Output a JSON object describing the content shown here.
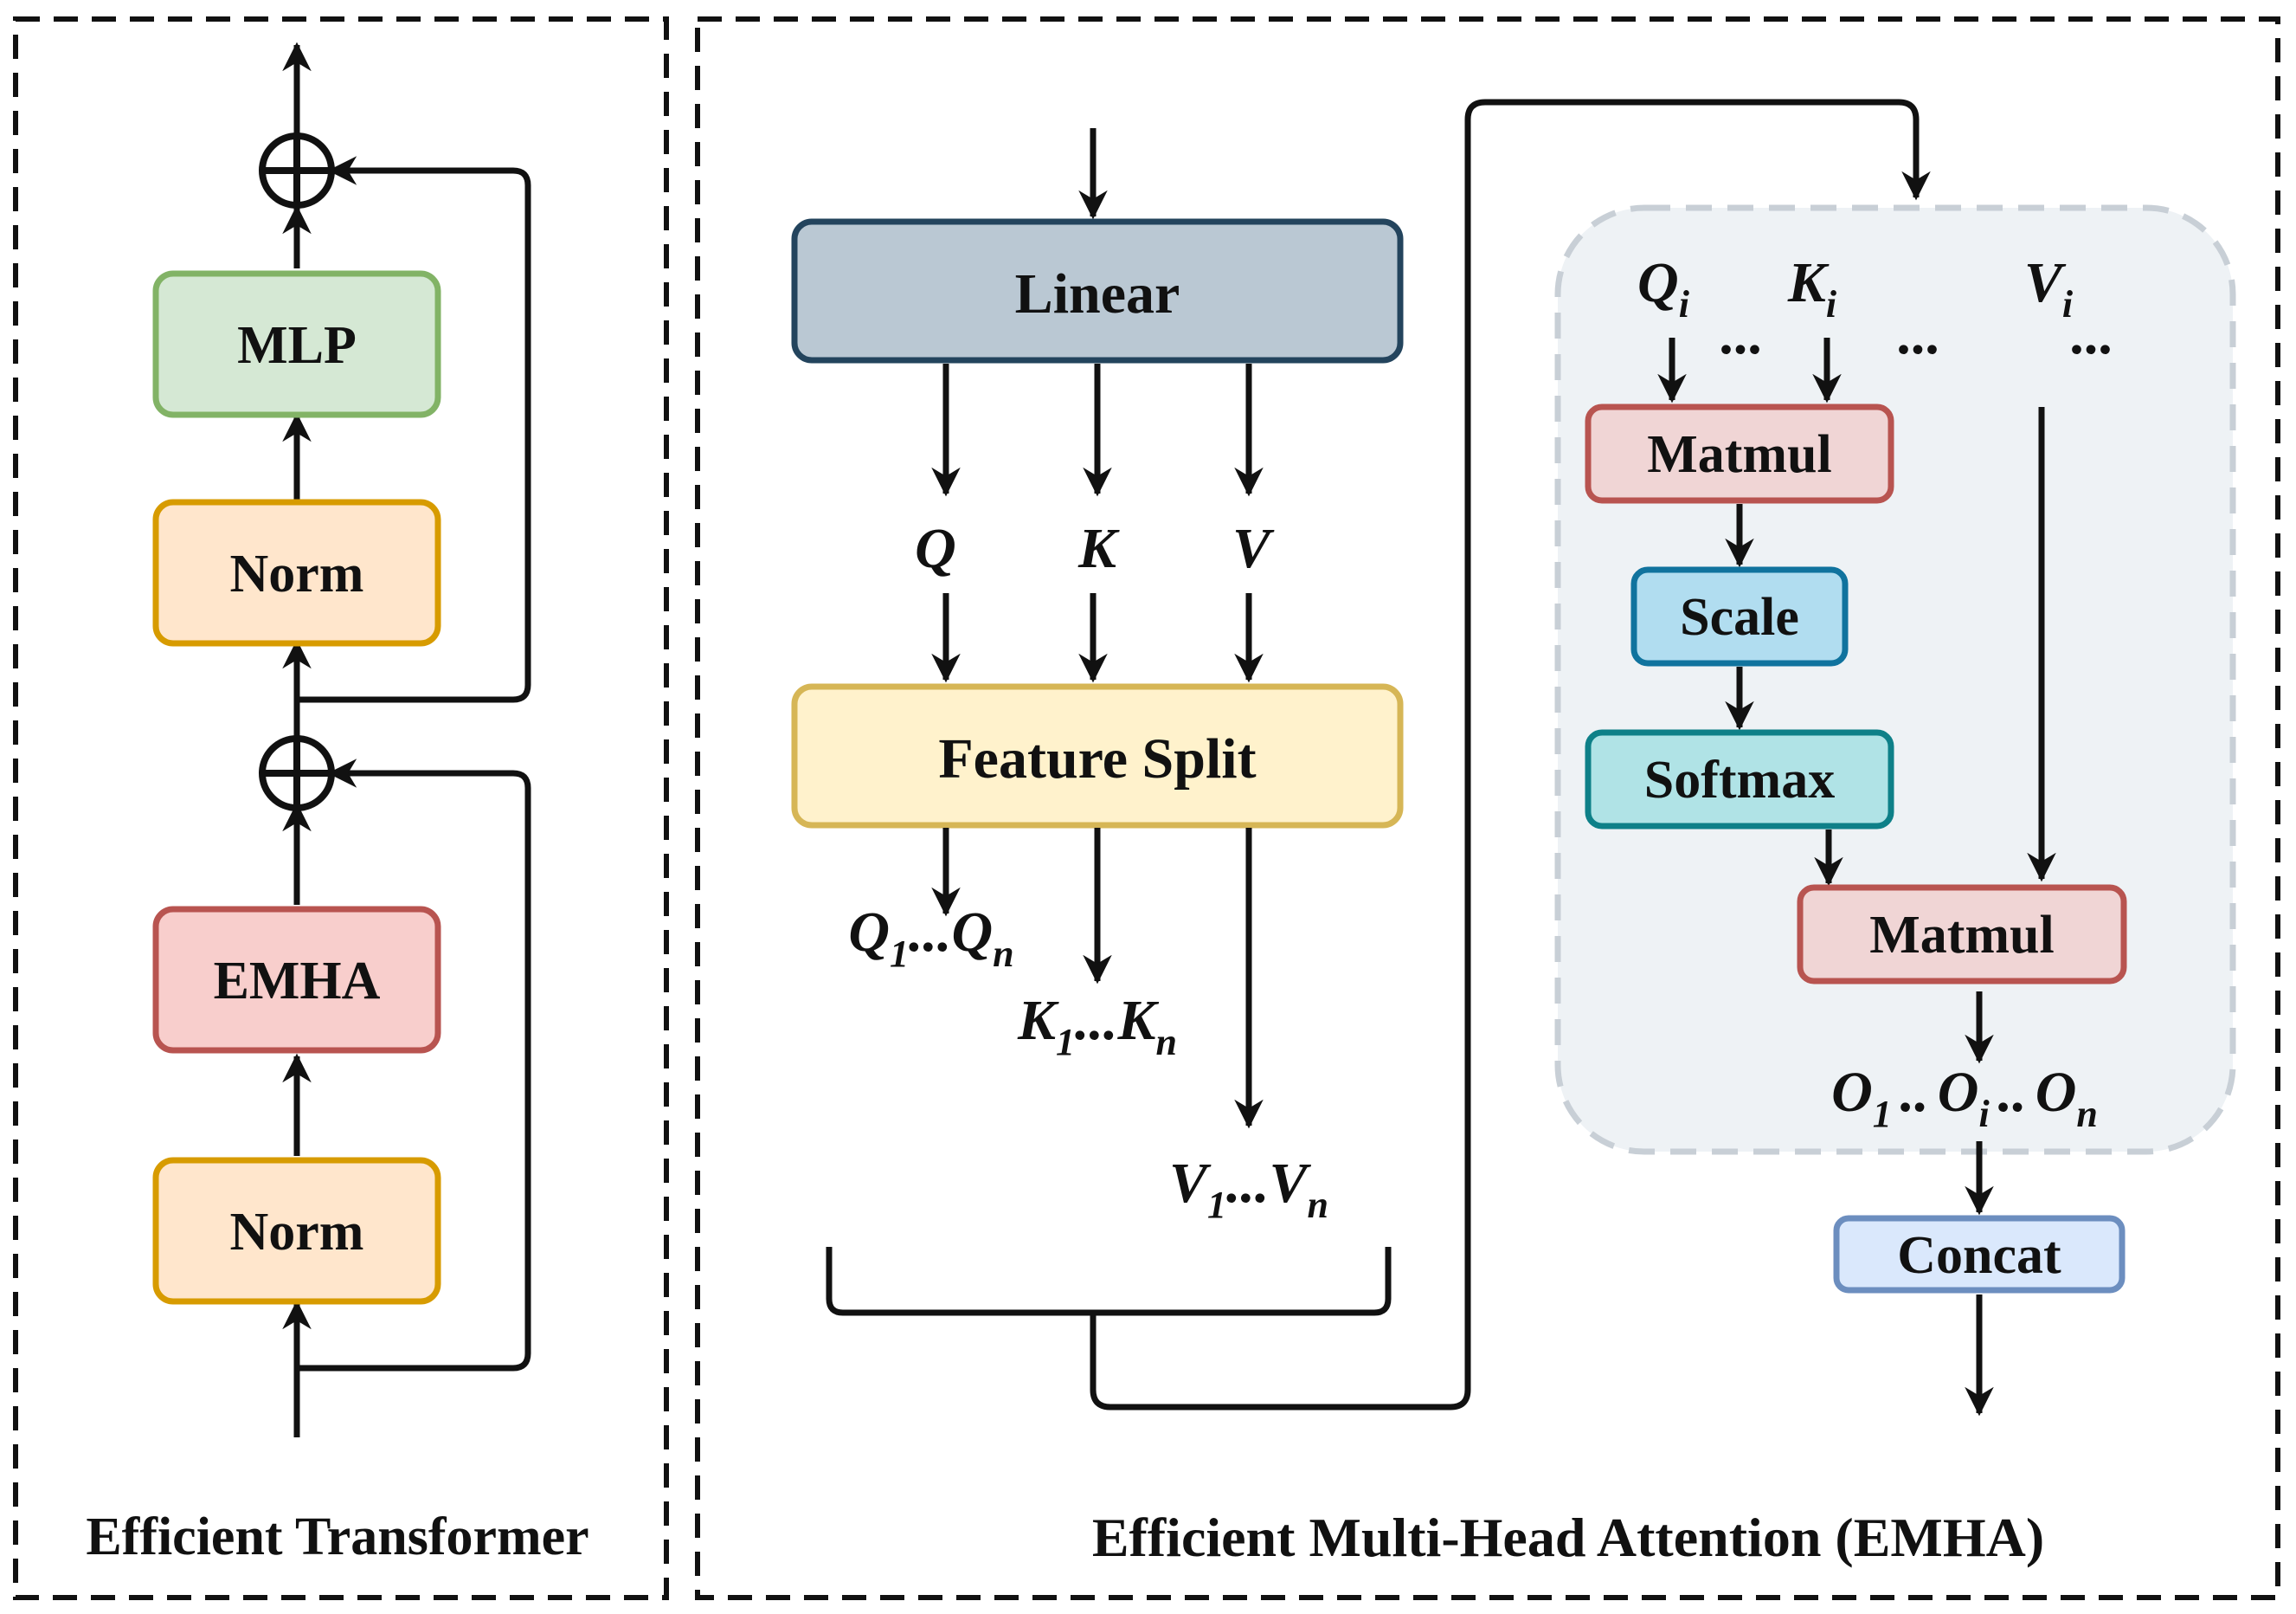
{
  "left_panel": {
    "caption": "Efficient Transformer",
    "blocks": {
      "mlp": "MLP",
      "norm_top": "Norm",
      "emha": "EMHA",
      "norm_bottom": "Norm"
    }
  },
  "right_panel": {
    "caption": "Efficient Multi-Head Attention (EMHA)",
    "linear": "Linear",
    "feature_split": "Feature Split",
    "qkv": {
      "q": "Q",
      "k": "K",
      "v": "V"
    },
    "splits": {
      "q": {
        "base1": "Q",
        "sub1": "1",
        "dots": "...",
        "base2": "Q",
        "sub2": "n"
      },
      "k": {
        "base1": "K",
        "sub1": "1",
        "dots": "...",
        "base2": "K",
        "sub2": "n"
      },
      "v": {
        "base1": "V",
        "sub1": "1",
        "dots": "...",
        "base2": "V",
        "sub2": "n"
      }
    },
    "head": {
      "qi": {
        "base": "Q",
        "sub": "i"
      },
      "ki": {
        "base": "K",
        "sub": "i"
      },
      "vi": {
        "base": "V",
        "sub": "i"
      },
      "ellipsis": "...",
      "matmul_top": "Matmul",
      "scale": "Scale",
      "softmax": "Softmax",
      "matmul_bottom": "Matmul",
      "outputs": {
        "o1": {
          "base": "O",
          "sub": "1"
        },
        "oi": {
          "base": "O",
          "sub": "i"
        },
        "on": {
          "base": "O",
          "sub": "n"
        },
        "sep": ".."
      }
    },
    "concat": "Concat"
  },
  "colors": {
    "mlp": "#d5e8d4",
    "mlp_border": "#82b366",
    "norm": "#ffe6cc",
    "norm_border": "#d79b00",
    "emha": "#f8cecc",
    "emha_border": "#b85450",
    "linear": "#bac8d3",
    "linear_border": "#23445d",
    "feature_split": "#fff2cc",
    "feature_split_border": "#d6b656",
    "matmul": "#f0d5d5",
    "matmul_border": "#b85450",
    "scale": "#b1ddf0",
    "scale_border": "#10739e",
    "softmax": "#b0e3e6",
    "softmax_border": "#0e8088",
    "concat": "#dae8fc",
    "concat_border": "#6c8ebf",
    "head_bg": "#eef2f5",
    "head_border": "#c8cfd6"
  }
}
